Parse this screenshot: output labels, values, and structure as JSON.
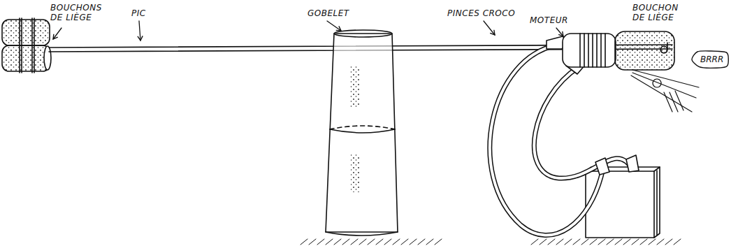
{
  "diagram": {
    "nodes": [
      {
        "text": [
          "BRRR"
        ]
      }
    ],
    "labels": [
      "BOUCHONS DE LIÈGE",
      "PIC",
      "GOBELET",
      "PINCES CROCO",
      "MOTEUR",
      "BOUCHON DE LIÈGE"
    ]
  }
}
